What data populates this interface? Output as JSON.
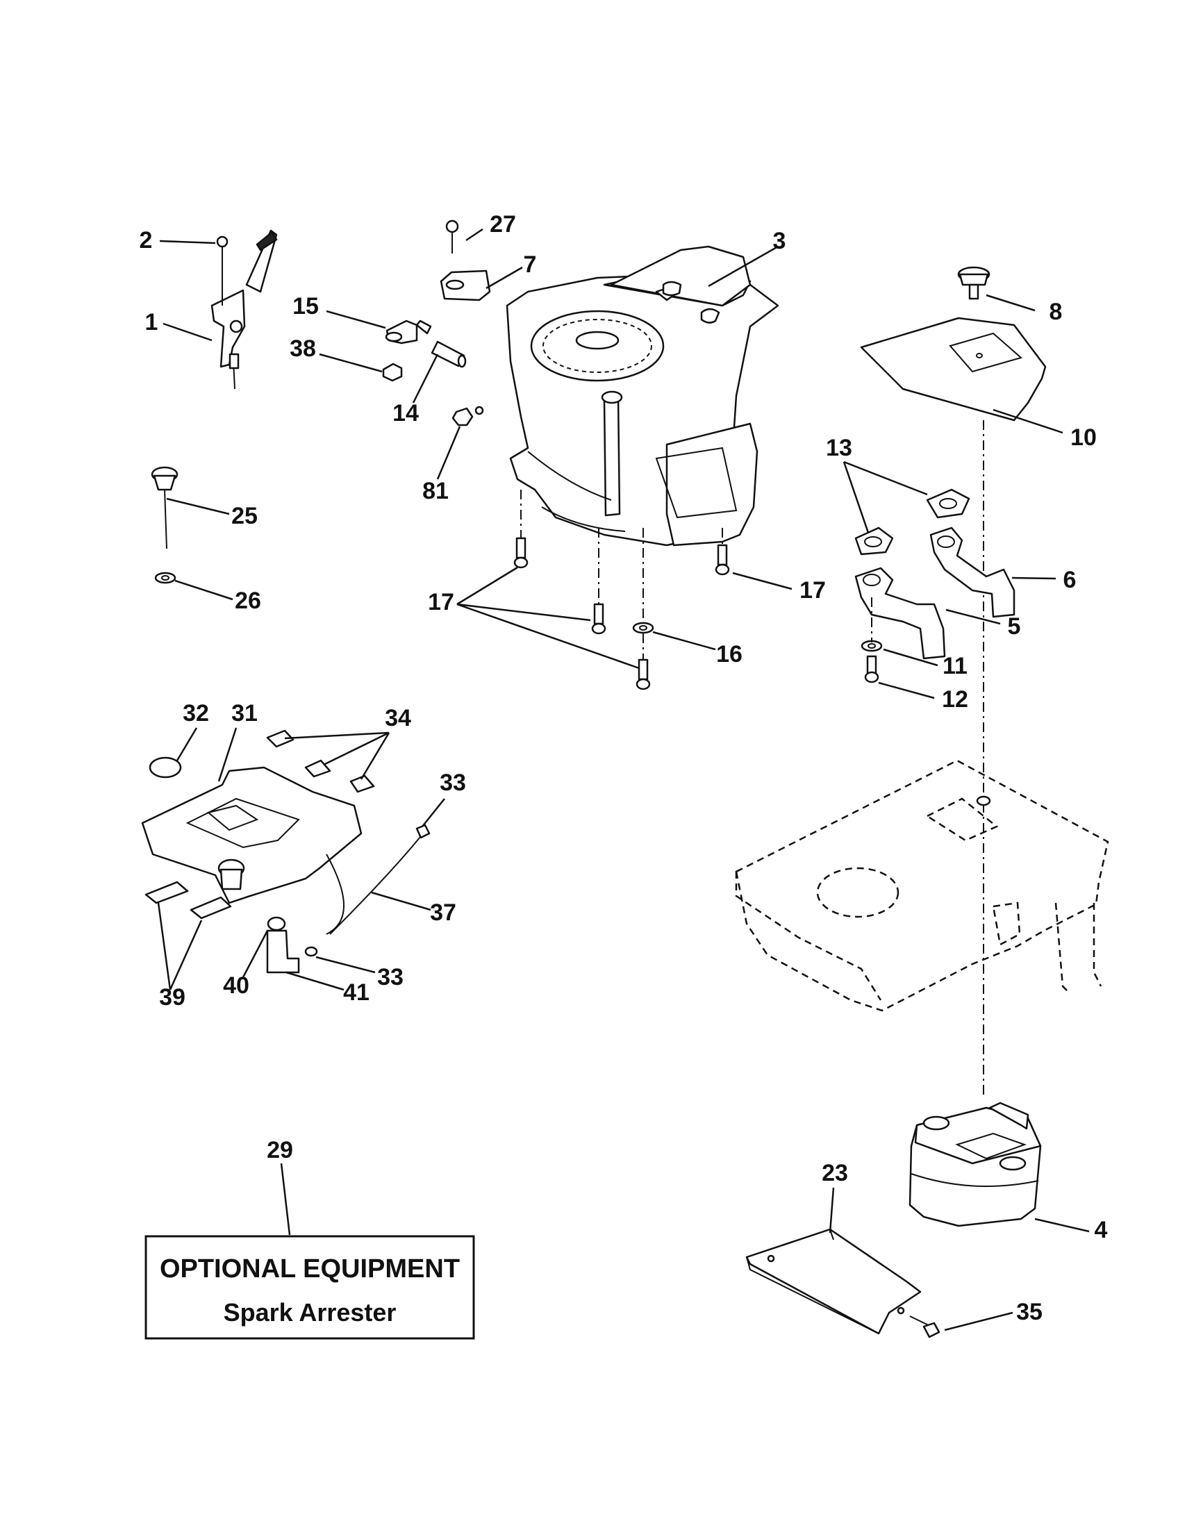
{
  "optional_box": {
    "line1": "OPTIONAL EQUIPMENT",
    "line2": "Spark Arrester"
  },
  "callouts": {
    "c1": "1",
    "c2": "2",
    "c3": "3",
    "c4": "4",
    "c5": "5",
    "c6": "6",
    "c7": "7",
    "c8": "8",
    "c10": "10",
    "c11": "11",
    "c12": "12",
    "c13": "13",
    "c14": "14",
    "c15": "15",
    "c16": "16",
    "c17a": "17",
    "c17b": "17",
    "c23": "23",
    "c25": "25",
    "c26": "26",
    "c27": "27",
    "c29": "29",
    "c31": "31",
    "c32": "32",
    "c33a": "33",
    "c33b": "33",
    "c34": "34",
    "c35": "35",
    "c37": "37",
    "c38": "38",
    "c39": "39",
    "c40": "40",
    "c41": "41",
    "c81": "81"
  }
}
